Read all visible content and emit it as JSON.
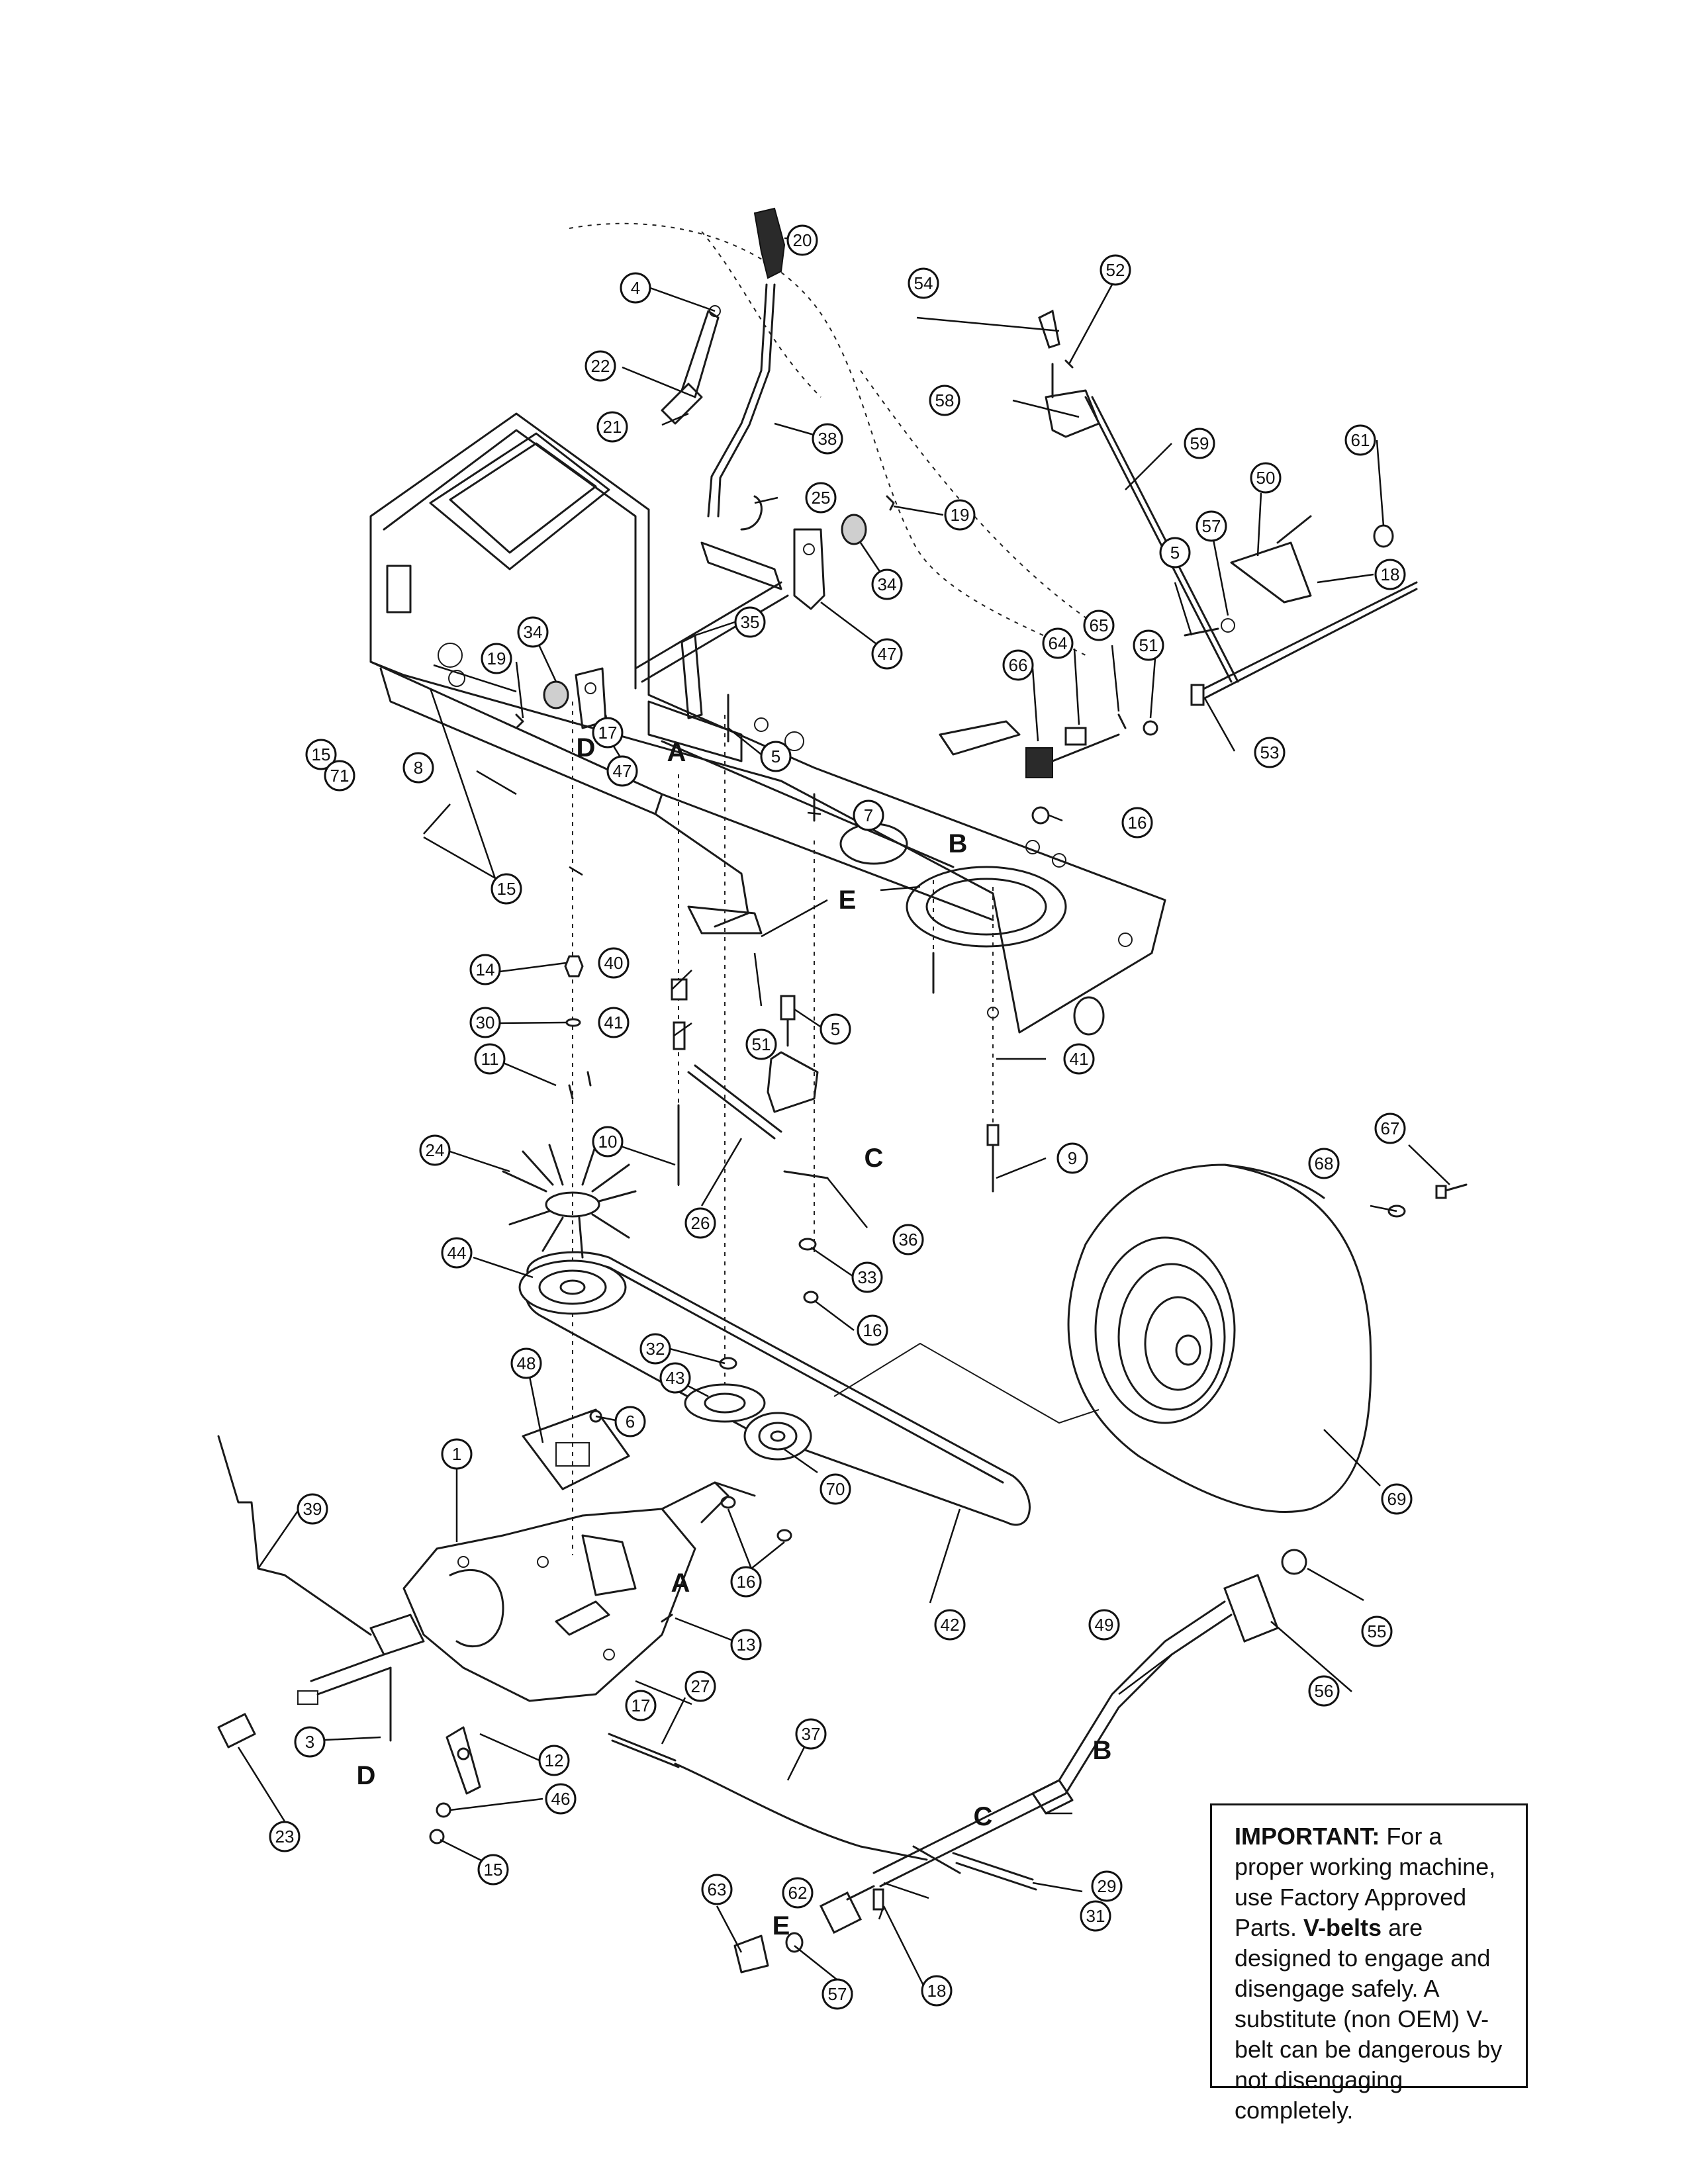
{
  "callouts": [
    {
      "id": "c1",
      "label": "1"
    },
    {
      "id": "c3",
      "label": "3"
    },
    {
      "id": "c4",
      "label": "4"
    },
    {
      "id": "c5a",
      "label": "5"
    },
    {
      "id": "c5b",
      "label": "5"
    },
    {
      "id": "c5c",
      "label": "5"
    },
    {
      "id": "c6",
      "label": "6"
    },
    {
      "id": "c7",
      "label": "7"
    },
    {
      "id": "c8",
      "label": "8"
    },
    {
      "id": "c9",
      "label": "9"
    },
    {
      "id": "c10",
      "label": "10"
    },
    {
      "id": "c11",
      "label": "11"
    },
    {
      "id": "c12",
      "label": "12"
    },
    {
      "id": "c13",
      "label": "13"
    },
    {
      "id": "c14",
      "label": "14"
    },
    {
      "id": "c15a",
      "label": "15"
    },
    {
      "id": "c15b",
      "label": "15"
    },
    {
      "id": "c15c",
      "label": "15"
    },
    {
      "id": "c16a",
      "label": "16"
    },
    {
      "id": "c16b",
      "label": "16"
    },
    {
      "id": "c16c",
      "label": "16"
    },
    {
      "id": "c17a",
      "label": "17"
    },
    {
      "id": "c17b",
      "label": "17"
    },
    {
      "id": "c18a",
      "label": "18"
    },
    {
      "id": "c18b",
      "label": "18"
    },
    {
      "id": "c19a",
      "label": "19"
    },
    {
      "id": "c19b",
      "label": "19"
    },
    {
      "id": "c20",
      "label": "20"
    },
    {
      "id": "c21",
      "label": "21"
    },
    {
      "id": "c22",
      "label": "22"
    },
    {
      "id": "c23",
      "label": "23"
    },
    {
      "id": "c24",
      "label": "24"
    },
    {
      "id": "c25",
      "label": "25"
    },
    {
      "id": "c26",
      "label": "26"
    },
    {
      "id": "c27",
      "label": "27"
    },
    {
      "id": "c29",
      "label": "29"
    },
    {
      "id": "c30",
      "label": "30"
    },
    {
      "id": "c31",
      "label": "31"
    },
    {
      "id": "c32",
      "label": "32"
    },
    {
      "id": "c33",
      "label": "33"
    },
    {
      "id": "c34a",
      "label": "34"
    },
    {
      "id": "c34b",
      "label": "34"
    },
    {
      "id": "c35",
      "label": "35"
    },
    {
      "id": "c36",
      "label": "36"
    },
    {
      "id": "c37",
      "label": "37"
    },
    {
      "id": "c38",
      "label": "38"
    },
    {
      "id": "c39",
      "label": "39"
    },
    {
      "id": "c40",
      "label": "40"
    },
    {
      "id": "c41a",
      "label": "41"
    },
    {
      "id": "c41b",
      "label": "41"
    },
    {
      "id": "c42",
      "label": "42"
    },
    {
      "id": "c43",
      "label": "43"
    },
    {
      "id": "c44",
      "label": "44"
    },
    {
      "id": "c46",
      "label": "46"
    },
    {
      "id": "c47a",
      "label": "47"
    },
    {
      "id": "c47b",
      "label": "47"
    },
    {
      "id": "c48",
      "label": "48"
    },
    {
      "id": "c49",
      "label": "49"
    },
    {
      "id": "c50",
      "label": "50"
    },
    {
      "id": "c51a",
      "label": "51"
    },
    {
      "id": "c51b",
      "label": "51"
    },
    {
      "id": "c52",
      "label": "52"
    },
    {
      "id": "c53",
      "label": "53"
    },
    {
      "id": "c54",
      "label": "54"
    },
    {
      "id": "c55",
      "label": "55"
    },
    {
      "id": "c56",
      "label": "56"
    },
    {
      "id": "c57a",
      "label": "57"
    },
    {
      "id": "c57b",
      "label": "57"
    },
    {
      "id": "c58",
      "label": "58"
    },
    {
      "id": "c59",
      "label": "59"
    },
    {
      "id": "c61",
      "label": "61"
    },
    {
      "id": "c62",
      "label": "62"
    },
    {
      "id": "c63",
      "label": "63"
    },
    {
      "id": "c64",
      "label": "64"
    },
    {
      "id": "c65",
      "label": "65"
    },
    {
      "id": "c66",
      "label": "66"
    },
    {
      "id": "c67",
      "label": "67"
    },
    {
      "id": "c68",
      "label": "68"
    },
    {
      "id": "c69",
      "label": "69"
    },
    {
      "id": "c70",
      "label": "70"
    },
    {
      "id": "c71",
      "label": "71"
    }
  ],
  "letters": [
    {
      "id": "lA1",
      "text": "A"
    },
    {
      "id": "lA2",
      "text": "A"
    },
    {
      "id": "lB1",
      "text": "B"
    },
    {
      "id": "lB2",
      "text": "B"
    },
    {
      "id": "lC1",
      "text": "C"
    },
    {
      "id": "lC2",
      "text": "C"
    },
    {
      "id": "lD1",
      "text": "D"
    },
    {
      "id": "lD2",
      "text": "D"
    },
    {
      "id": "lE1",
      "text": "E"
    },
    {
      "id": "lE2",
      "text": "E"
    }
  ],
  "notice": {
    "important_label": "IMPORTANT:",
    "text_1": " For a proper working machine, use Factory Approved Parts. ",
    "vbelts_label": "V-belts",
    "text_2": " are designed to engage and disengage safely. A substitute (non OEM) V-belt can be dangerous by not disengaging completely."
  }
}
